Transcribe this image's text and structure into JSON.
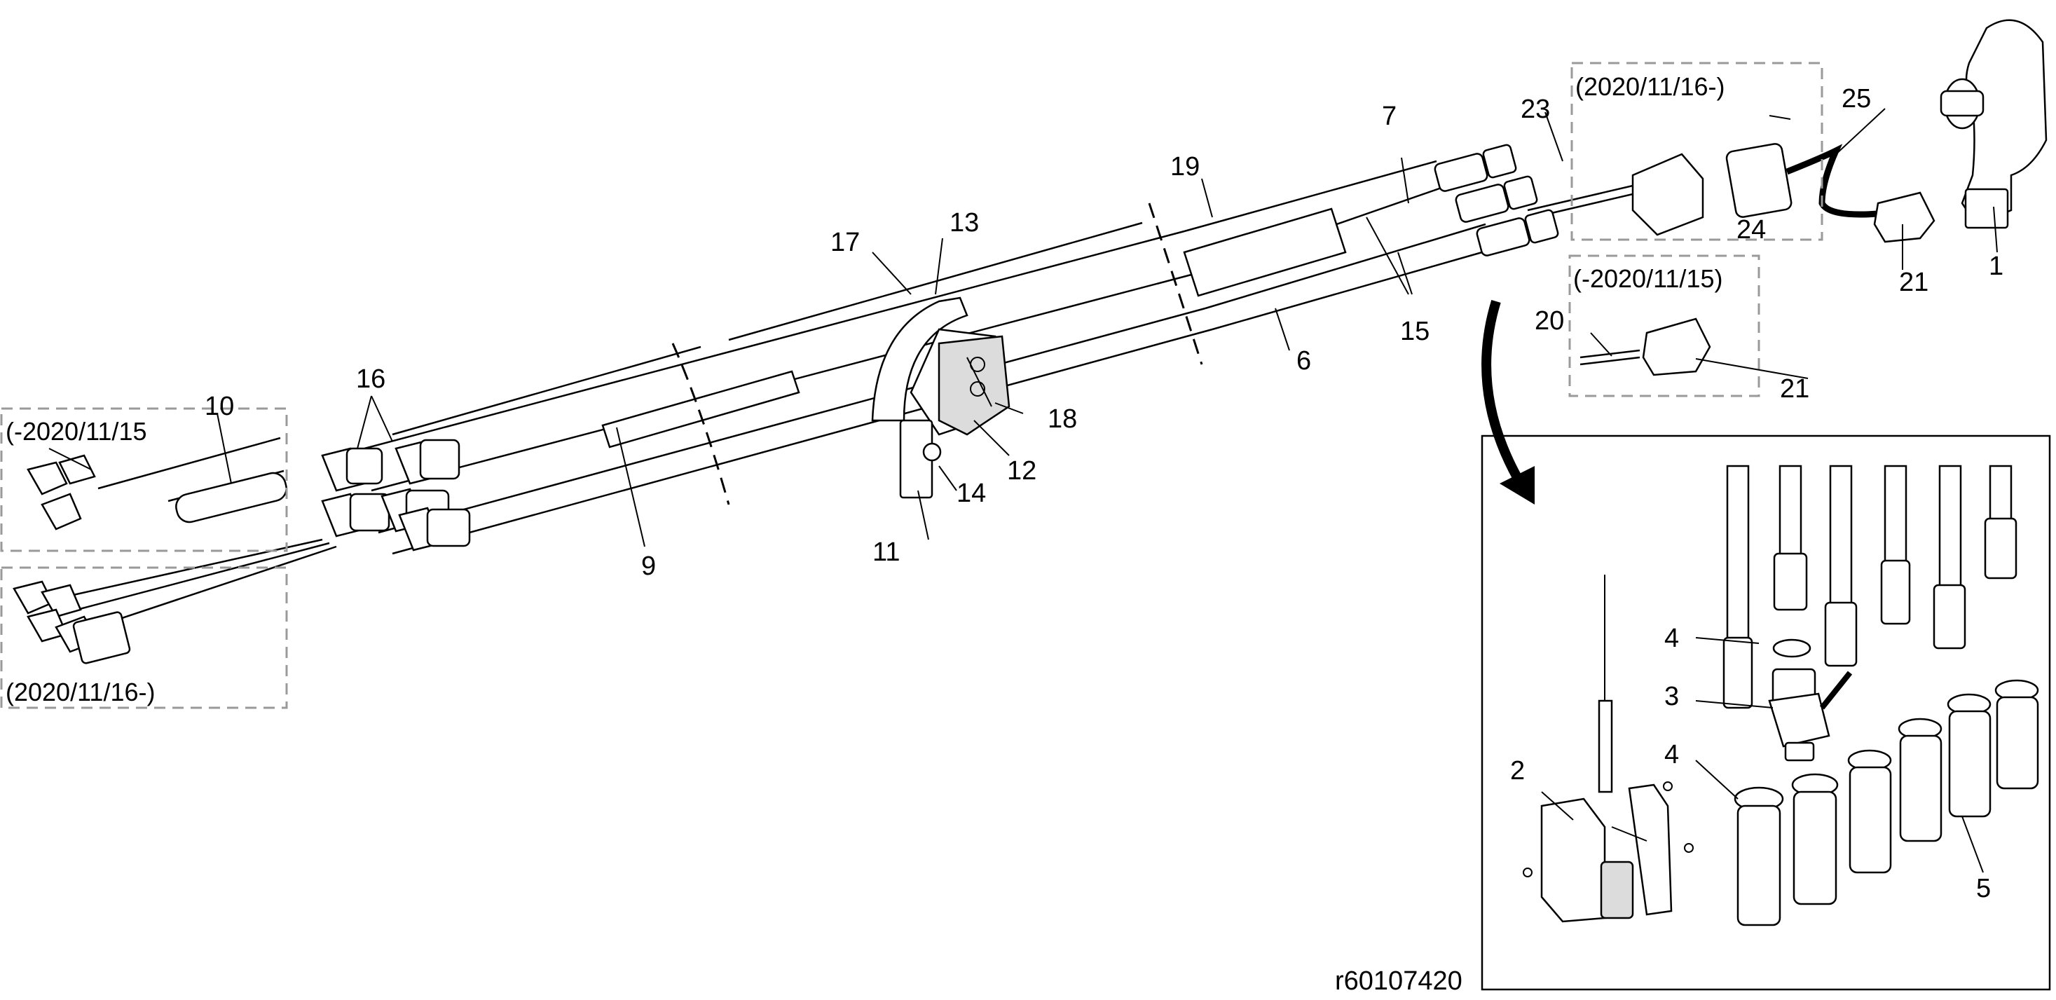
{
  "figure": {
    "reference": "r60107420",
    "date_notes": {
      "before_right": "(-2020/11/15)",
      "after_right": "(2020/11/16-)",
      "before_left": "(-2020/11/15",
      "after_left": "(2020/11/16-)"
    },
    "callouts": {
      "c1": "1",
      "c2": "2",
      "c3": "3",
      "c4a": "4",
      "c4b": "4",
      "c5": "5",
      "c6": "6",
      "c7": "7",
      "c9": "9",
      "c10": "10",
      "c11": "11",
      "c12": "12",
      "c13": "13",
      "c14": "14",
      "c15": "15",
      "c16": "16",
      "c17": "17",
      "c18": "18",
      "c19": "19",
      "c20": "20",
      "c21a": "21",
      "c21b": "21",
      "c23": "23",
      "c24": "24",
      "c25": "25"
    }
  }
}
